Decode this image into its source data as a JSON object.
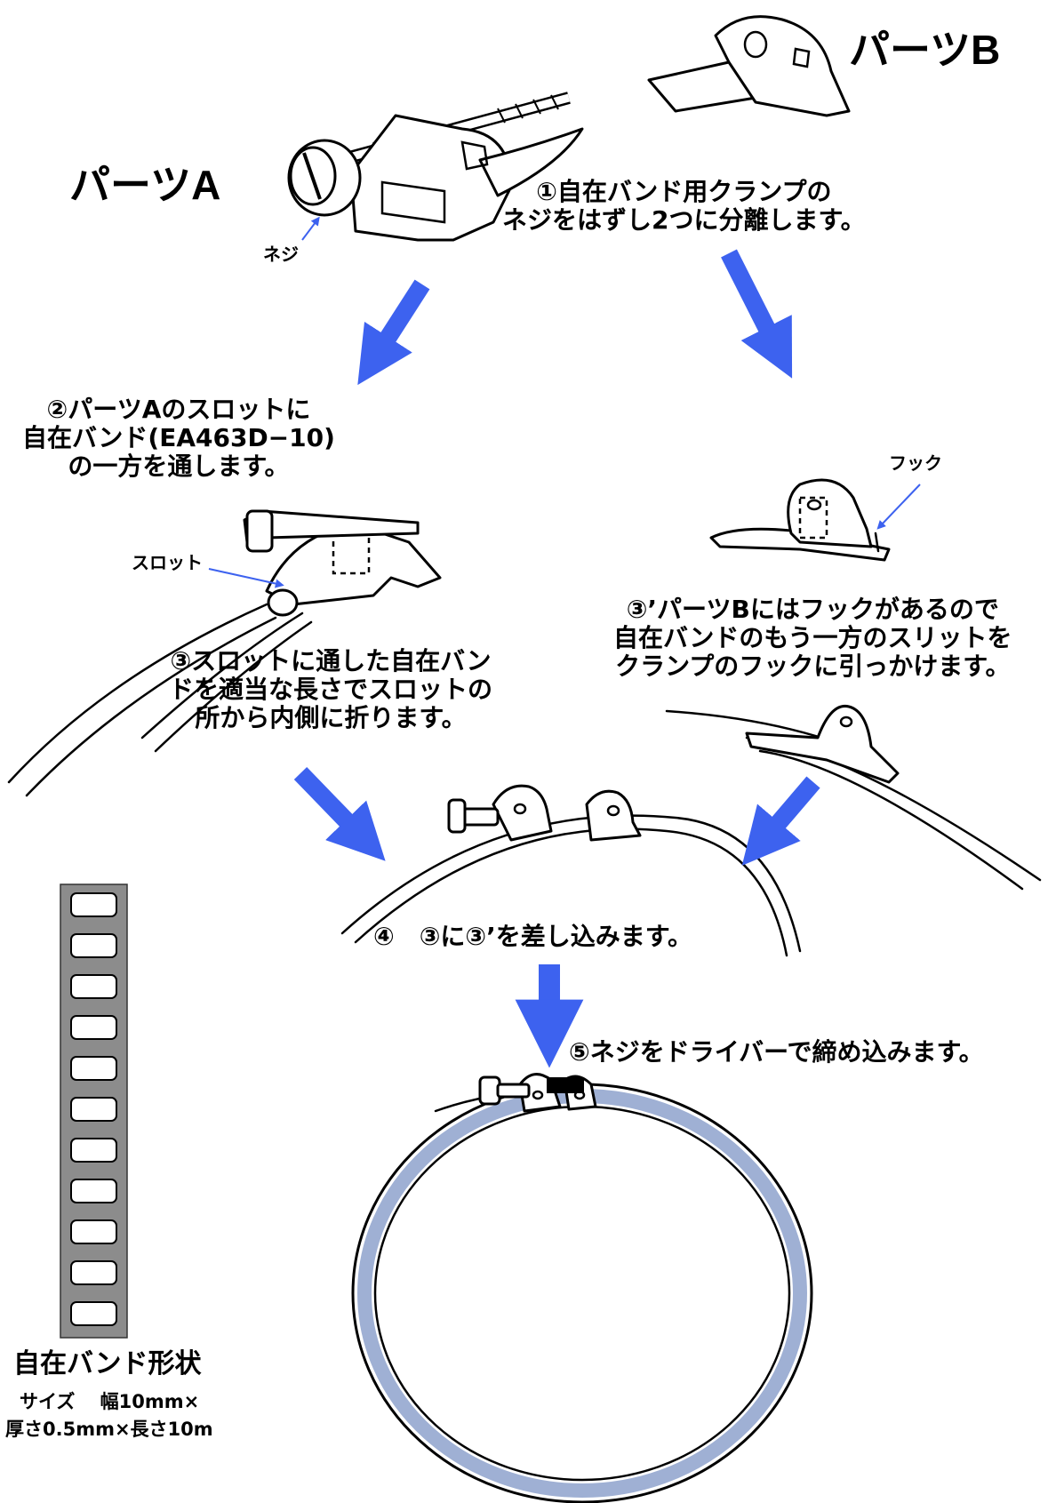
{
  "colors": {
    "arrow": "#3d62ef",
    "band_gray": "#8c8c8c",
    "ring_blue": "#9fb0d4"
  },
  "labels": {
    "part_a": "パーツA",
    "part_b": "パーツB",
    "screw": "ネジ",
    "slot": "スロット",
    "hook": "フック"
  },
  "steps": {
    "step1": "①自在バンド用クランプの\nネジをはずし2つに分離します。",
    "step2": "②パーツAのスロットに\n自在バンド(EA463D−10)\nの一方を通します。",
    "step3": "③スロットに通した自在バン\nドを適当な長さでスロットの\n所から内側に折ります。",
    "step3p": "③’パーツBにはフックがあるので\n自在バンドのもう一方のスリットを\nクランプのフックに引っかけます。",
    "step4": "④　③に③’を差し込みます。",
    "step5": "⑤ネジをドライバーで締め込みます。"
  },
  "band_spec": {
    "title": "自在バンド形状",
    "size_line1": "サイズ　 幅10mm×",
    "size_line2": "厚さ0.5mm×長さ10m"
  }
}
